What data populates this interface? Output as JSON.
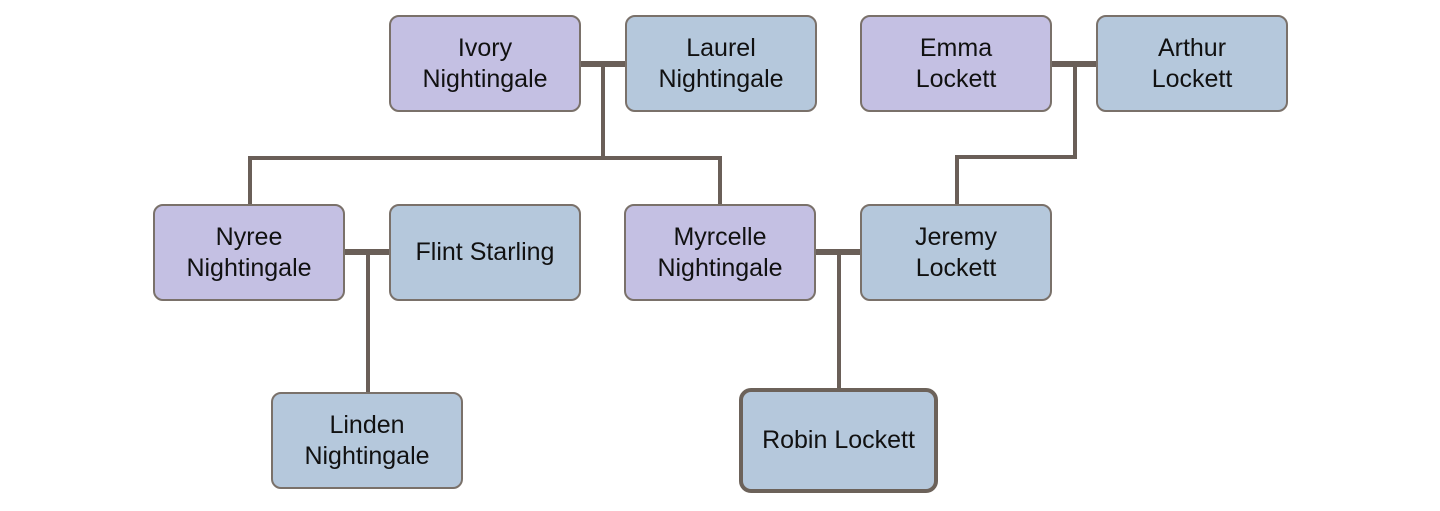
{
  "people": {
    "ivory": {
      "name": "Ivory\nNightingale",
      "color": "#c4c0e3"
    },
    "laurel": {
      "name": "Laurel\nNightingale",
      "color": "#b5c8dc"
    },
    "emma": {
      "name": "Emma\nLockett",
      "color": "#c4c0e3"
    },
    "arthur": {
      "name": "Arthur\nLockett",
      "color": "#b5c8dc"
    },
    "nyree": {
      "name": "Nyree\nNightingale",
      "color": "#c4c0e3"
    },
    "flint": {
      "name": "Flint Starling",
      "color": "#b5c8dc"
    },
    "myrcelle": {
      "name": "Myrcelle\nNightingale",
      "color": "#c4c0e3"
    },
    "jeremy": {
      "name": "Jeremy\nLockett",
      "color": "#b5c8dc"
    },
    "linden": {
      "name": "Linden\nNightingale",
      "color": "#b5c8dc"
    },
    "robin": {
      "name": "Robin Lockett",
      "color": "#b5c8dc"
    }
  },
  "relationships": {
    "couples": [
      [
        "ivory",
        "laurel"
      ],
      [
        "emma",
        "arthur"
      ],
      [
        "nyree",
        "flint"
      ],
      [
        "myrcelle",
        "jeremy"
      ]
    ],
    "parent_child": [
      {
        "parents": [
          "ivory",
          "laurel"
        ],
        "children": [
          "nyree",
          "myrcelle"
        ]
      },
      {
        "parents": [
          "emma",
          "arthur"
        ],
        "children": [
          "jeremy"
        ]
      },
      {
        "parents": [
          "nyree",
          "flint"
        ],
        "children": [
          "linden"
        ]
      },
      {
        "parents": [
          "myrcelle",
          "jeremy"
        ],
        "children": [
          "robin"
        ]
      }
    ]
  },
  "focus_person": "robin",
  "colors": {
    "female_box": "#c4c0e3",
    "male_box": "#b5c8dc",
    "connector": "#6a5f58",
    "border": "#7a716a"
  }
}
